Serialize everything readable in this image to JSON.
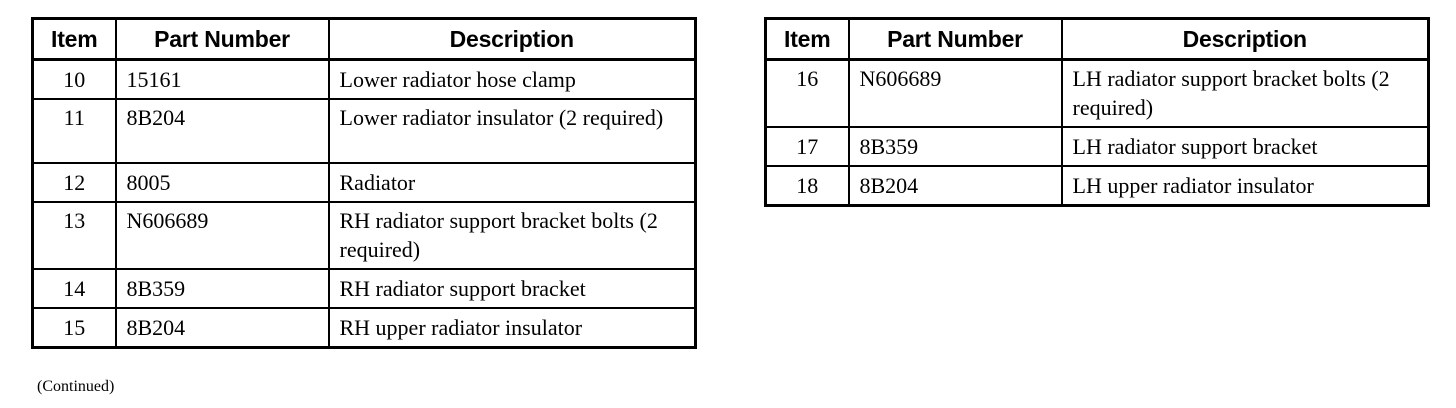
{
  "document": {
    "footnote": "(Continued)"
  },
  "tables": [
    {
      "id": "left",
      "headers": {
        "item": "Item",
        "part_number": "Part Number",
        "description": "Description"
      },
      "rows": [
        {
          "item": "10",
          "part_number": "15161",
          "description": "Lower radiator hose clamp",
          "lines": 1
        },
        {
          "item": "11",
          "part_number": "8B204",
          "description": "Lower radiator insulator (2 required)",
          "lines": 2
        },
        {
          "item": "12",
          "part_number": "8005",
          "description": "Radiator",
          "lines": 1
        },
        {
          "item": "13",
          "part_number": "N606689",
          "description": "RH radiator support bracket bolts (2 required)",
          "lines": 2
        },
        {
          "item": "14",
          "part_number": "8B359",
          "description": "RH radiator support bracket",
          "lines": 1
        },
        {
          "item": "15",
          "part_number": "8B204",
          "description": "RH upper radiator insulator",
          "lines": 1
        }
      ]
    },
    {
      "id": "right",
      "headers": {
        "item": "Item",
        "part_number": "Part Number",
        "description": "Description"
      },
      "rows": [
        {
          "item": "16",
          "part_number": "N606689",
          "description": "LH radiator support bracket bolts (2 required)",
          "lines": 2
        },
        {
          "item": "17",
          "part_number": "8B359",
          "description": "LH radiator support bracket",
          "lines": 1
        },
        {
          "item": "18",
          "part_number": "8B204",
          "description": "LH upper radiator insulator",
          "lines": 1
        }
      ]
    }
  ],
  "colors": {
    "background": "#ffffff",
    "text": "#000000",
    "border": "#000000"
  }
}
